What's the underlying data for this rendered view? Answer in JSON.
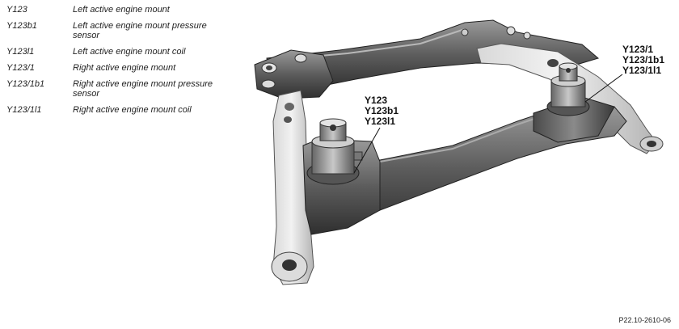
{
  "legend": [
    {
      "code": "Y123",
      "description": "Left active engine mount"
    },
    {
      "code": "Y123b1",
      "description": "Left active engine mount pressure sensor"
    },
    {
      "code": "Y123l1",
      "description": "Left active engine mount coil"
    },
    {
      "code": "Y123/1",
      "description": "Right active engine mount"
    },
    {
      "code": "Y123/1b1",
      "description": "Right active engine mount pressure sensor"
    },
    {
      "code": "Y123/1l1",
      "description": "Right active engine mount coil"
    }
  ],
  "callouts": {
    "left": [
      "Y123",
      "Y123b1",
      "Y123l1"
    ],
    "right": [
      "Y123/1",
      "Y123/1b1",
      "Y123/1l1"
    ]
  },
  "figure_ref": "P22.10-2610-06"
}
